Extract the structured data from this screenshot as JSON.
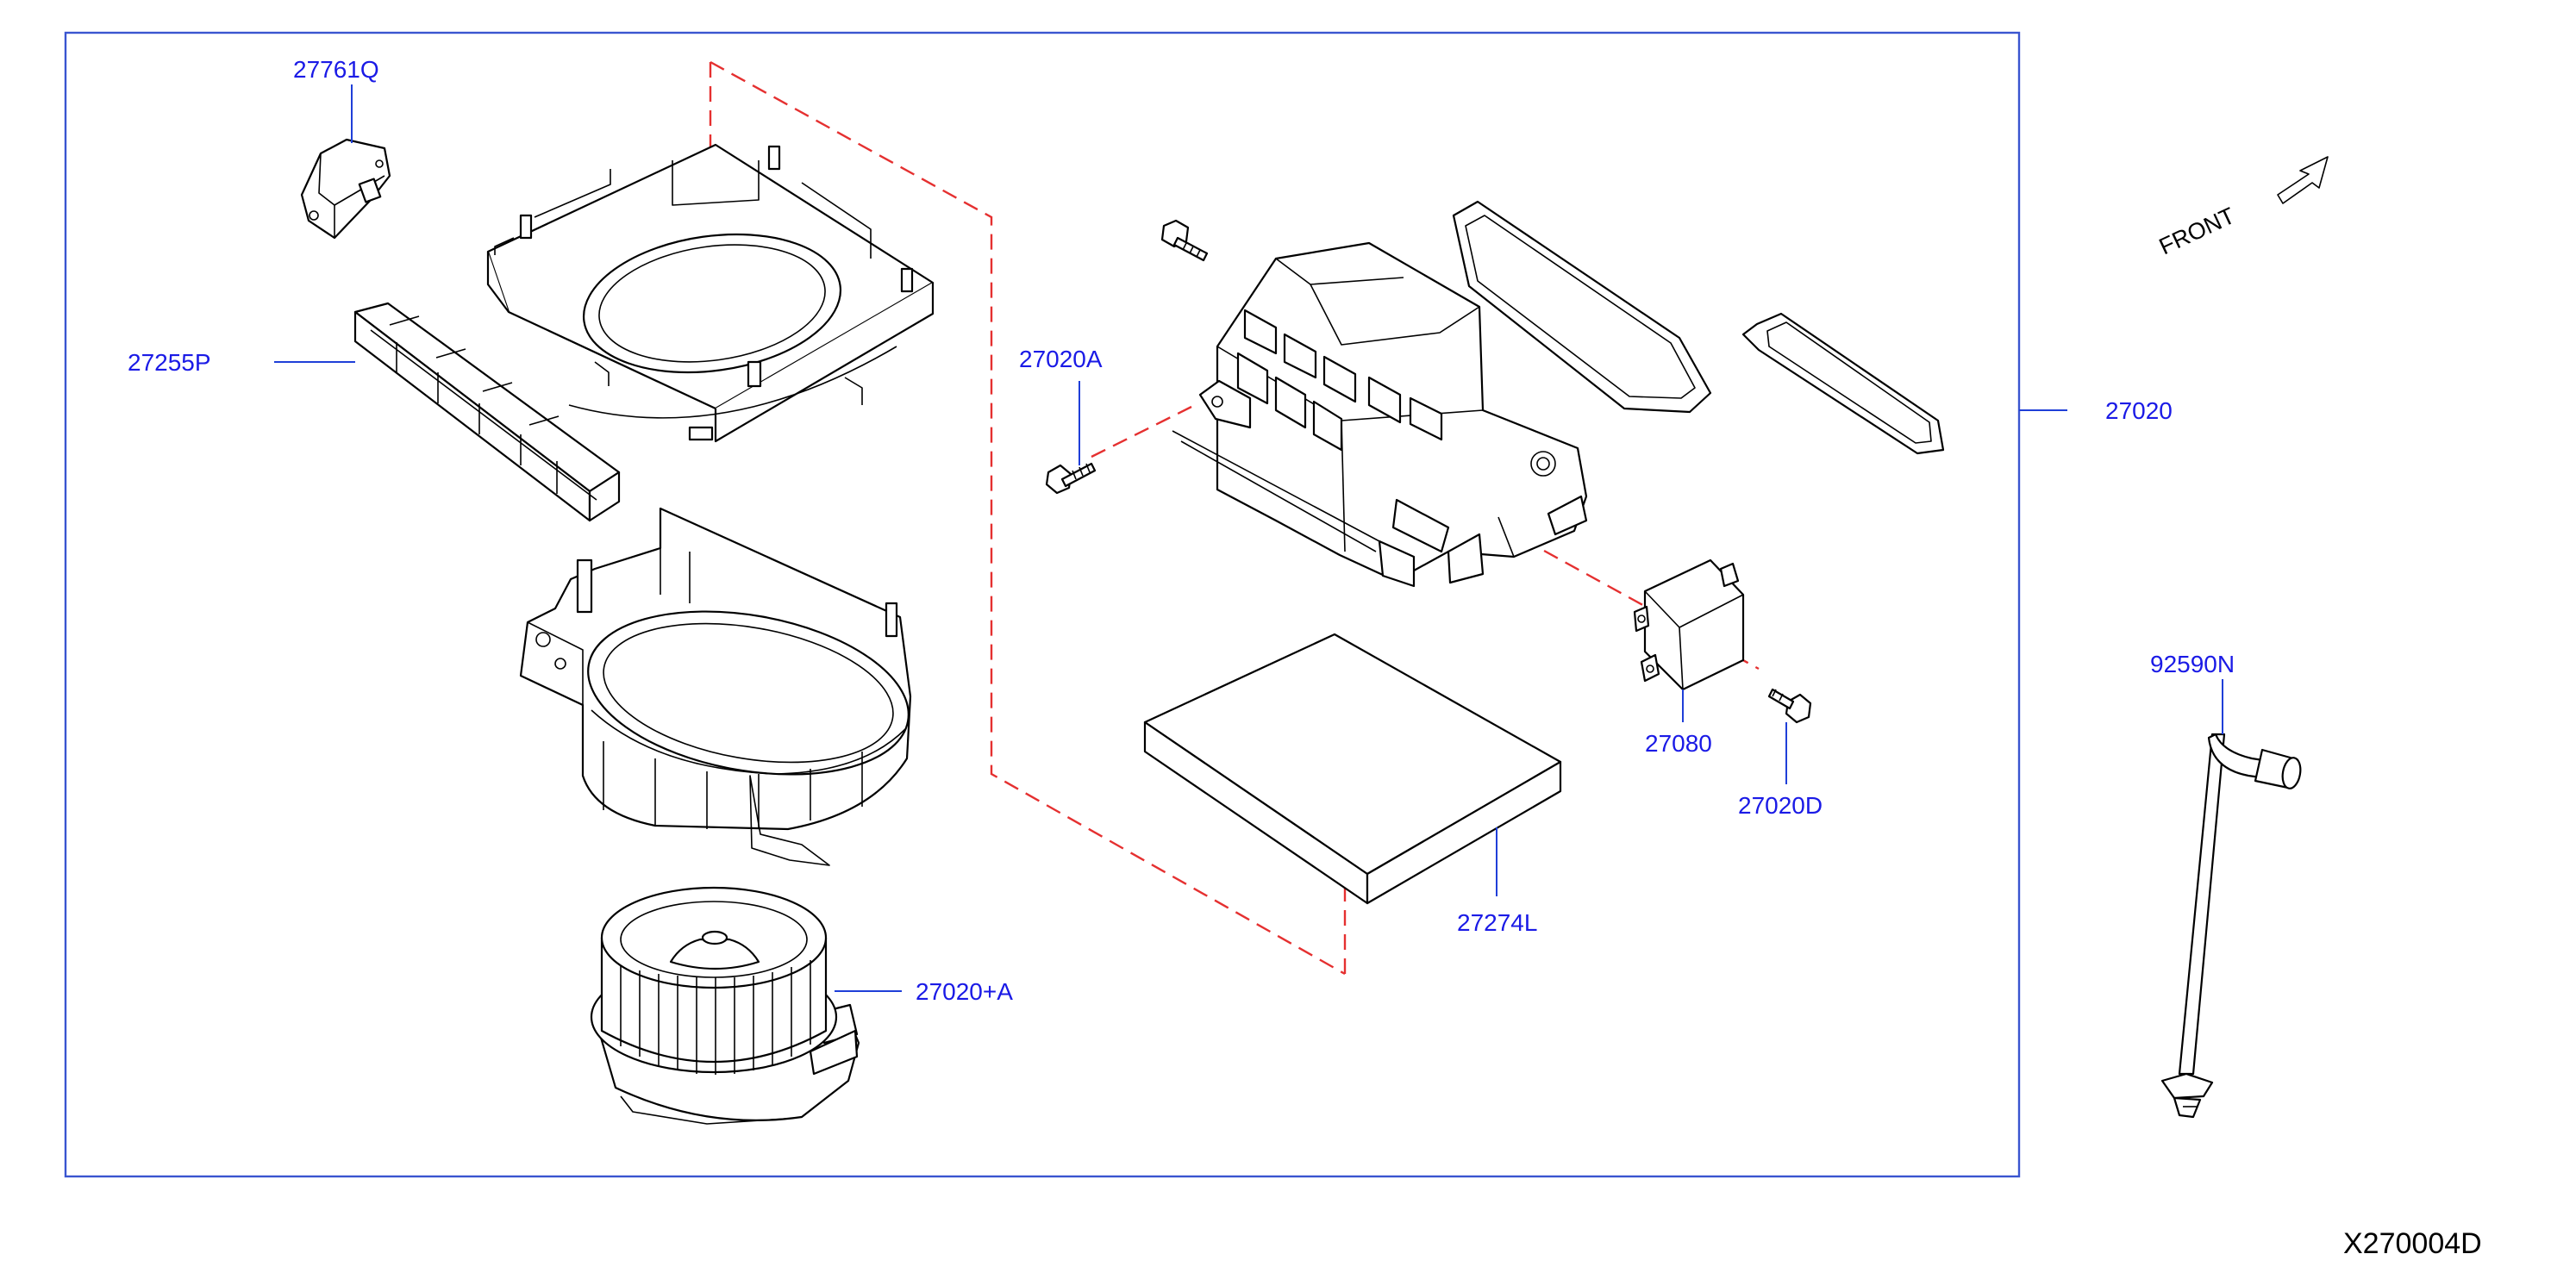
{
  "colors": {
    "label": "#1a1ae6",
    "leader": "#1f3fd8",
    "frame": "#3a55d0",
    "phantom_line": "#e53030",
    "drawing": "#000000"
  },
  "diagram_ref": "X270004D",
  "orientation": {
    "label": "FRONT",
    "icon": "arrow-icon"
  },
  "labels": {
    "actuator": "27761Q",
    "grille": "27255P",
    "housing_screw": "27020A",
    "blower_unit": "27020",
    "motor_fan": "27020+A",
    "resistor": "27080",
    "resistor_screw": "27020D",
    "cabin_filter": "27274L",
    "drain_hose": "92590N"
  }
}
